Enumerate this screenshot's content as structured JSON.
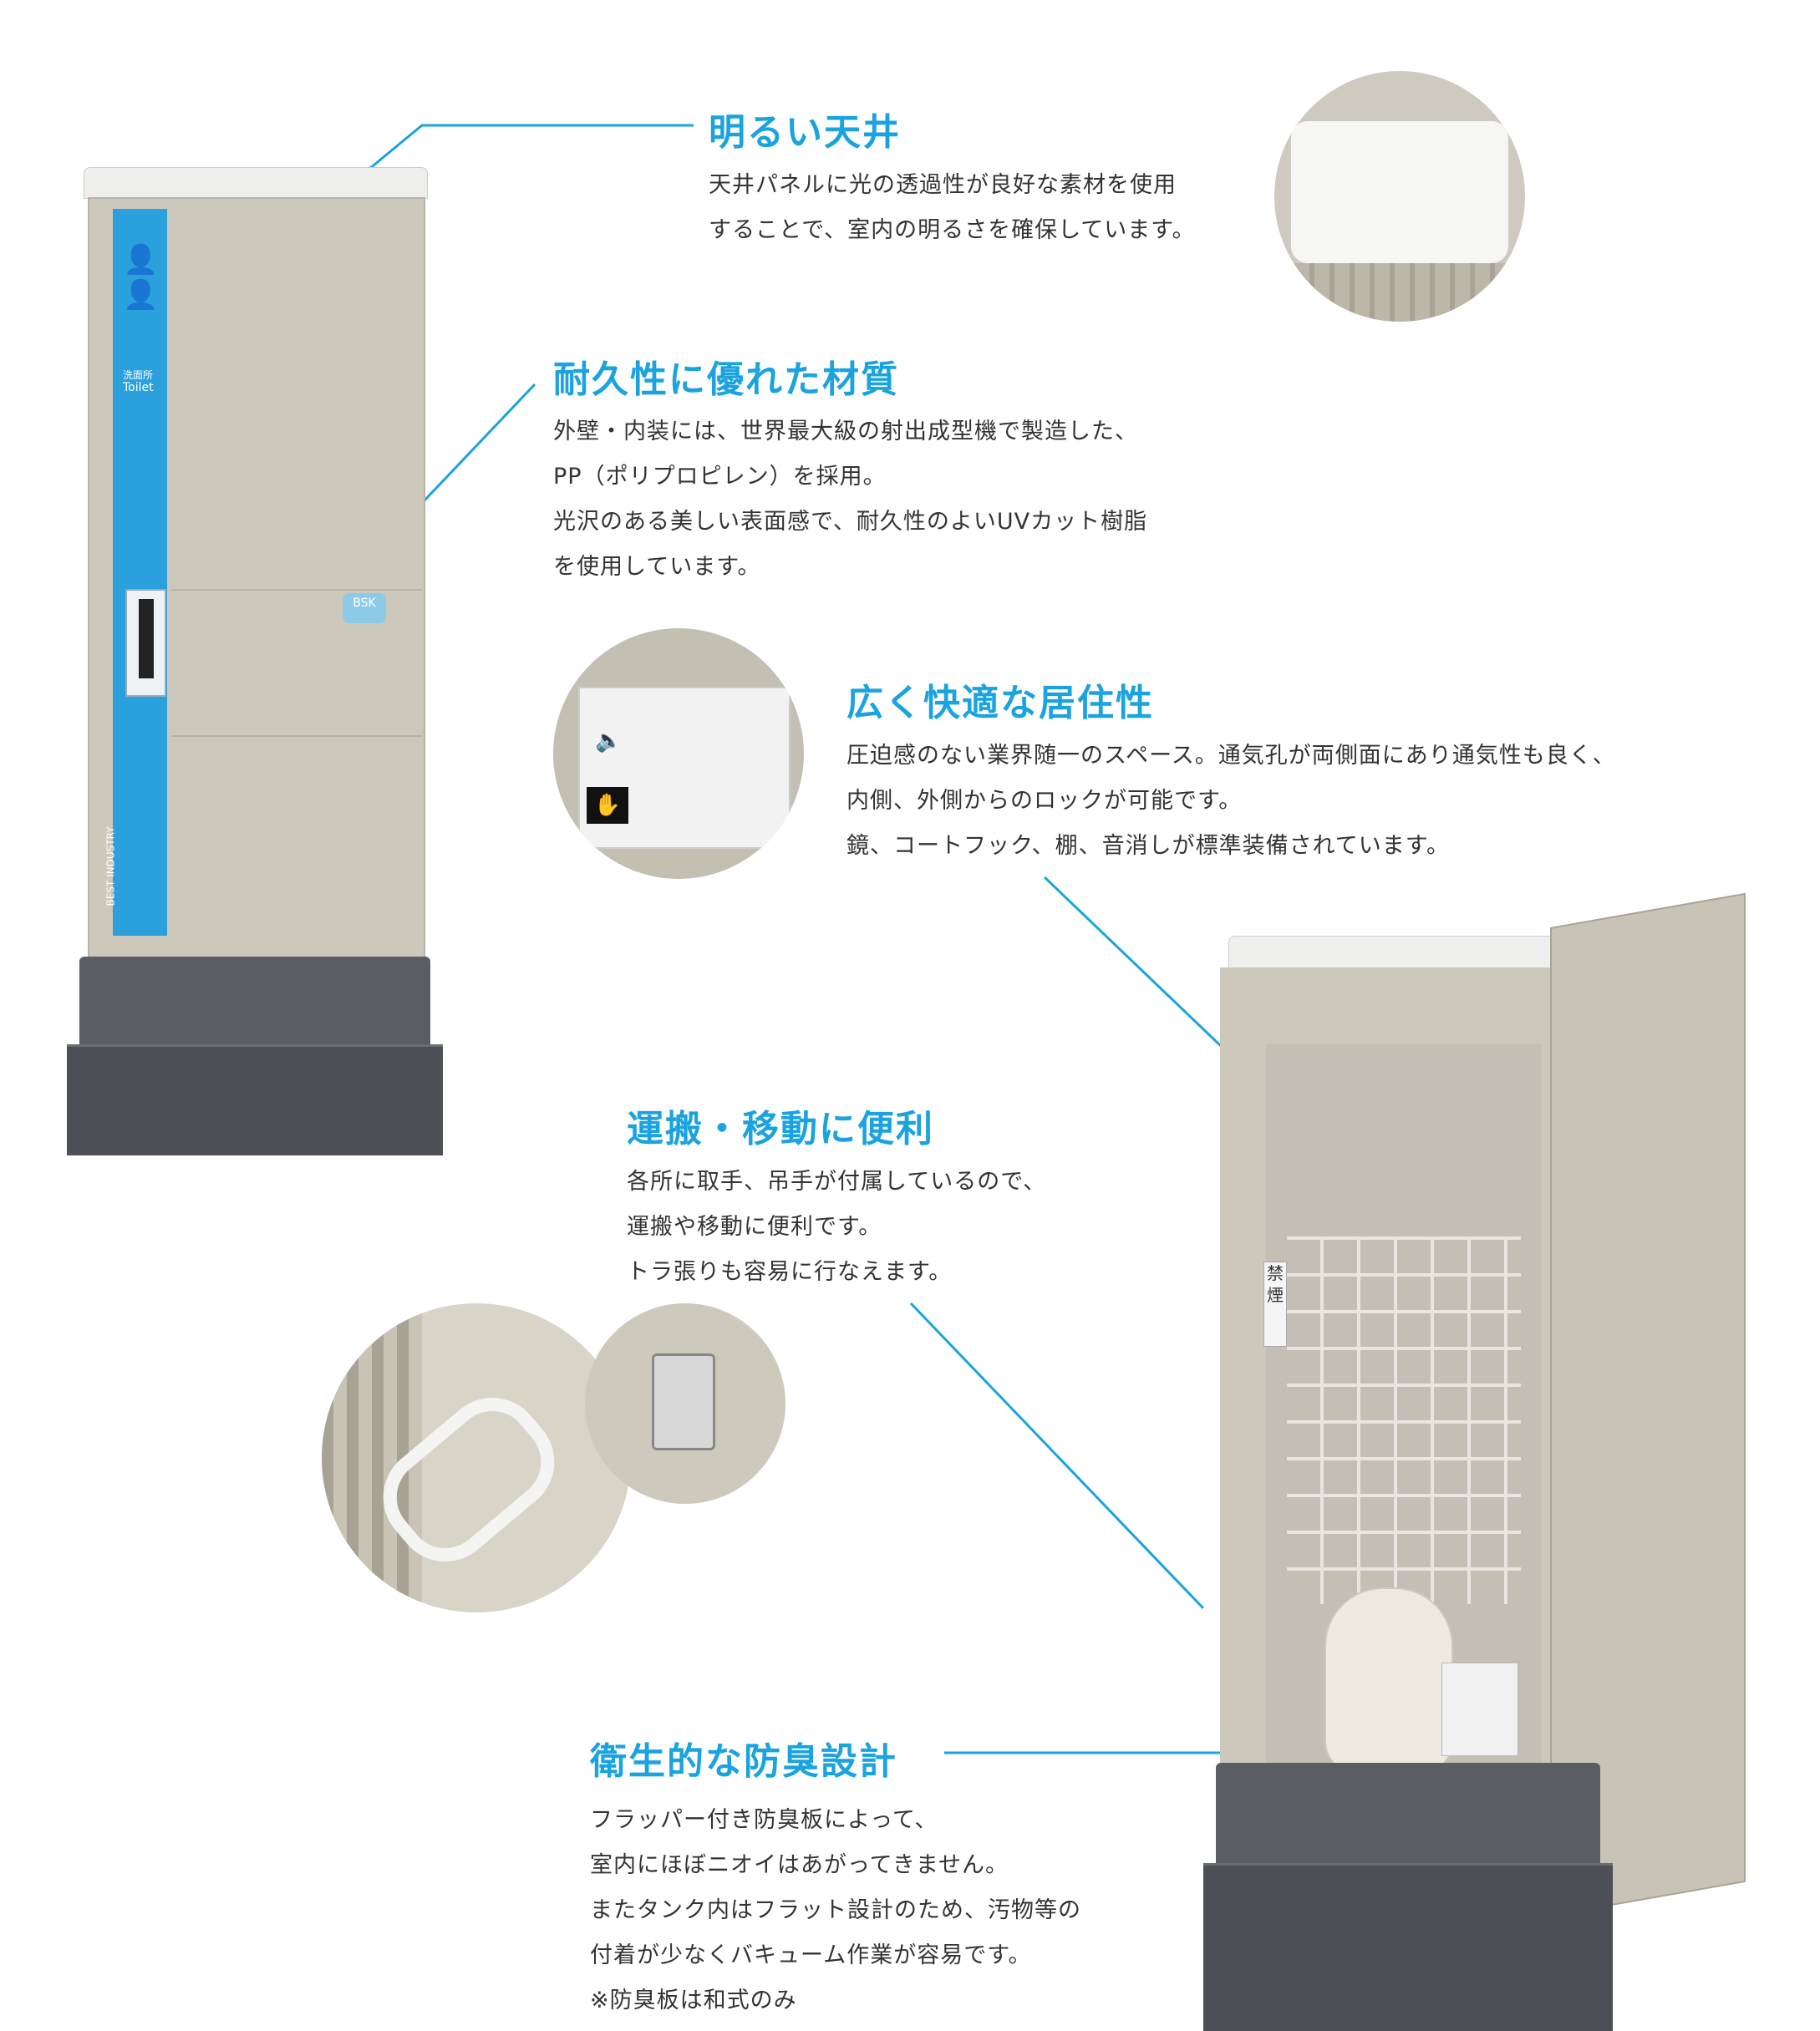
{
  "features": [
    {
      "id": "ceiling",
      "title": "明るい天井",
      "lines": [
        "天井パネルに光の透過性が良好な素材を使用",
        "することで、室内の明るさを確保しています。"
      ]
    },
    {
      "id": "material",
      "title": "耐久性に優れた材質",
      "lines": [
        "外壁・内装には、世界最大級の射出成型機で製造した、",
        "PP（ポリプロピレン）を採用。",
        "光沢のある美しい表面感で、耐久性のよいUVカット樹脂",
        "を使用しています。"
      ]
    },
    {
      "id": "comfort",
      "title": "広く快適な居住性",
      "lines": [
        "圧迫感のない業界随一のスペース。通気孔が両側面にあり通気性も良く、",
        "内側、外側からのロックが可能です。",
        "鏡、コートフック、棚、音消しが標準装備されています。"
      ]
    },
    {
      "id": "transport",
      "title": "運搬・移動に便利",
      "lines": [
        "各所に取手、吊手が付属しているので、",
        "運搬や移動に便利です。",
        "トラ張りも容易に行なえます。"
      ]
    },
    {
      "id": "hygiene",
      "title": "衛生的な防臭設計",
      "lines": [
        "フラッパー付き防臭板によって、",
        "室内にほぼニオイはあがってきません。",
        "またタンク内はフラット設計のため、汚物等の",
        "付着が少なくバキューム作業が容易です。",
        "※防臭板は和式のみ"
      ]
    }
  ],
  "product": {
    "door_sign_ja": "洗面所",
    "door_sign_en": "Toilet",
    "brand_vertical": "BEST INDUSTRY",
    "badge": "BSK",
    "no_smoking_1": "禁",
    "no_smoking_2": "煙"
  },
  "colors": {
    "accent": "#1aa3de",
    "shell": "#c9c4b8",
    "base": "#55585e"
  }
}
